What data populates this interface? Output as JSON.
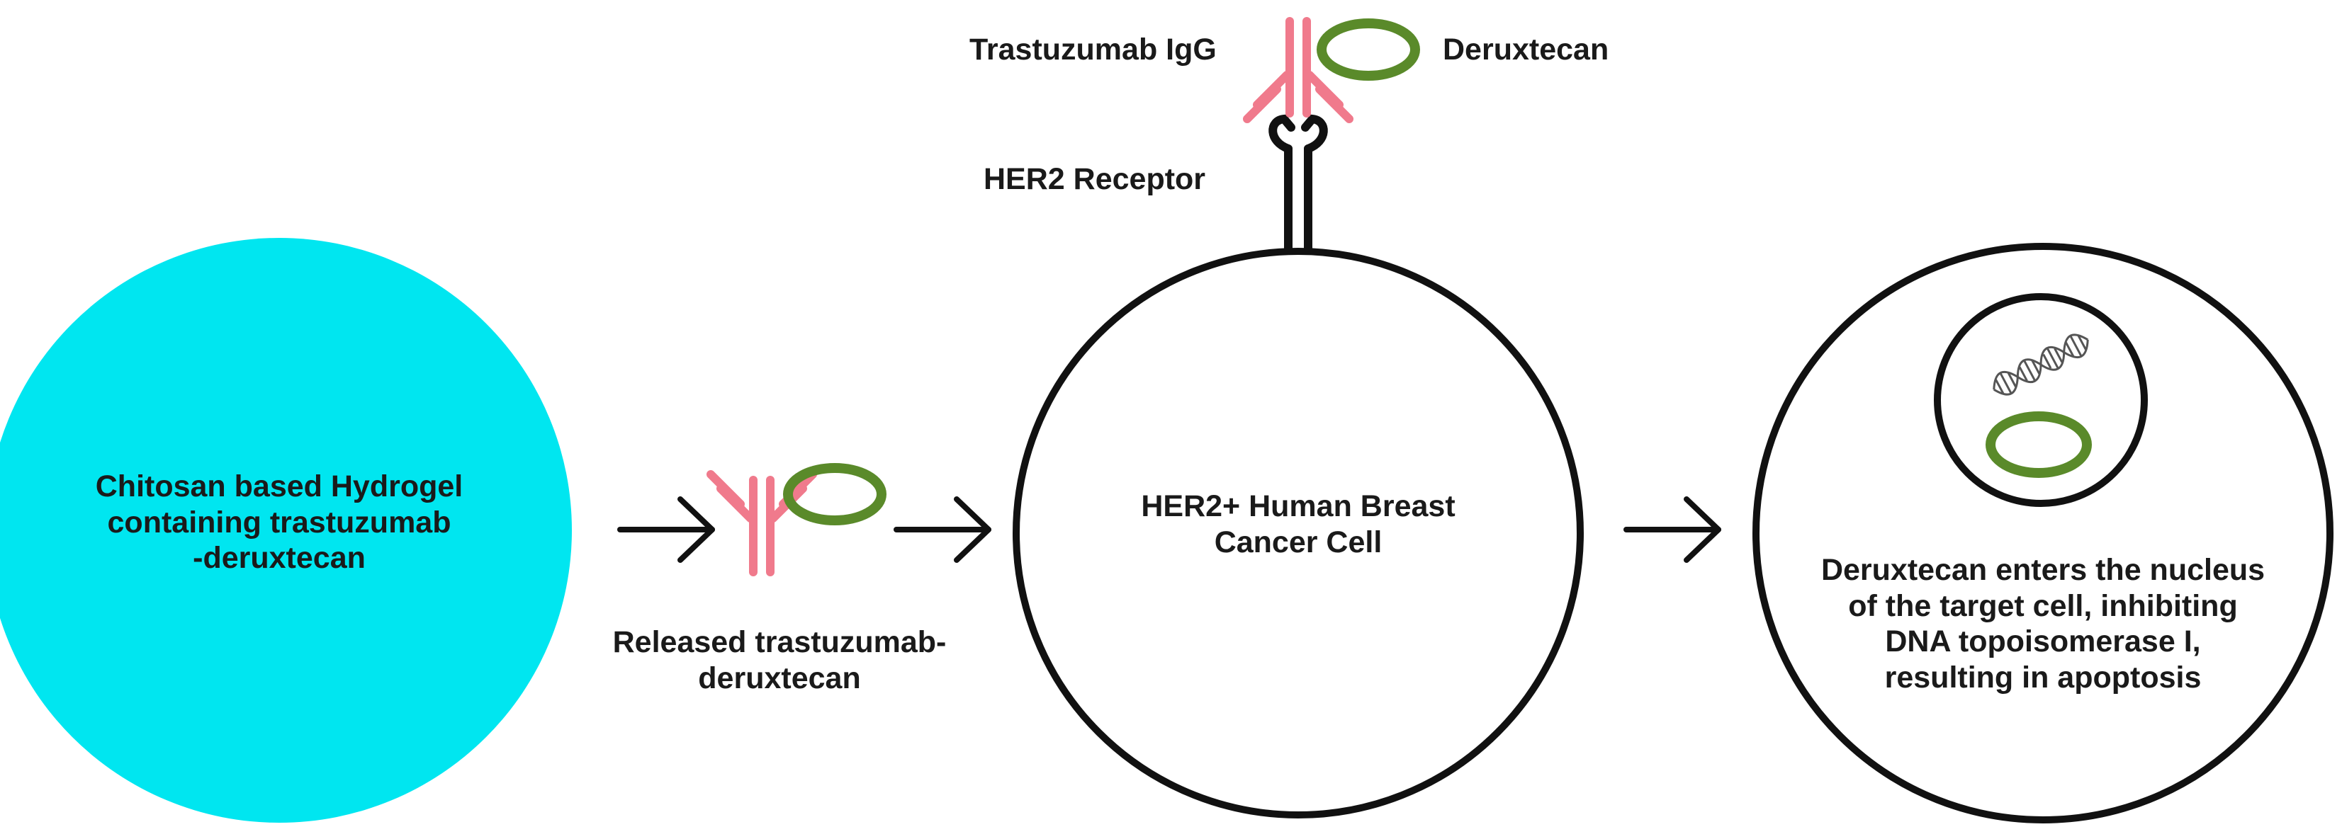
{
  "hydrogel": {
    "label_lines": [
      "Chitosan based Hydrogel",
      "containing trastuzumab",
      "-deruxtecan"
    ],
    "color": "#00e6f0"
  },
  "released": {
    "label_lines": [
      "Released trastuzumab-",
      "deruxtecan"
    ]
  },
  "cancer_cell": {
    "label_lines": [
      "HER2+ Human Breast",
      "Cancer Cell"
    ]
  },
  "receptor": {
    "label": "HER2 Receptor",
    "antibody_label": "Trastuzumab IgG",
    "payload_label": "Deruxtecan"
  },
  "target_cell": {
    "label_lines": [
      "Deruxtecan enters the nucleus",
      "of the target cell, inhibiting",
      "DNA topoisomerase I,",
      "resulting in apoptosis"
    ]
  },
  "colors": {
    "antibody": "#f07a8c",
    "payload": "#5a8a2a",
    "outline": "#111111"
  },
  "icons": [
    "igg-antibody-icon",
    "deruxtecan-ring-icon",
    "her2-receptor-icon",
    "dna-helix-icon",
    "arrow-right-icon"
  ]
}
